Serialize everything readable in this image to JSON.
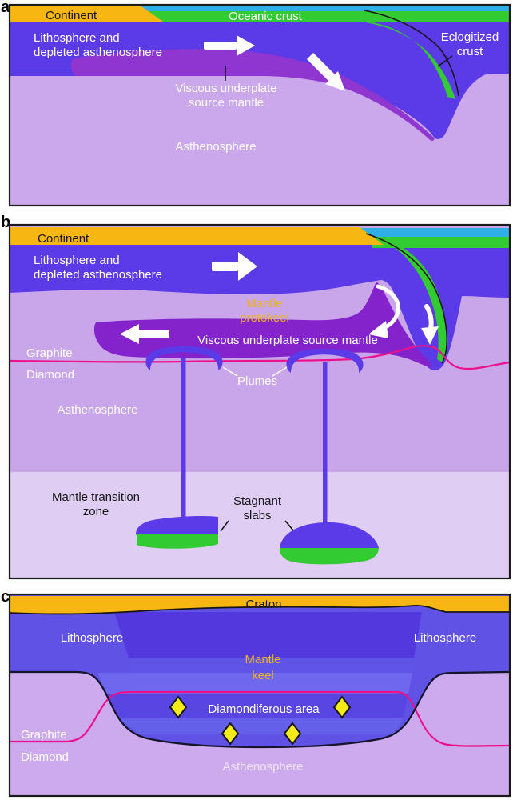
{
  "figure": {
    "type": "geology-cross-section-diagram",
    "panel_count": 3
  },
  "panels": {
    "a": {
      "letter": "a",
      "labels": {
        "continent": "Continent",
        "oceanic_crust": "Oceanic crust",
        "lithosphere_line1": "Lithosphere and",
        "lithosphere_line2": "depleted asthenosphere",
        "eclogitized_line1": "Eclogitized",
        "eclogitized_line2": "crust",
        "viscous_line1": "Viscous underplate",
        "viscous_line2": "source mantle",
        "asthenosphere": "Asthenosphere"
      }
    },
    "b": {
      "letter": "b",
      "labels": {
        "continent": "Continent",
        "lithosphere_line1": "Lithosphere and",
        "lithosphere_line2": "depleted asthenosphere",
        "protokeel_line1": "Mantle",
        "protokeel_line2": "protokeel",
        "viscous": "Viscous underplate source mantle",
        "graphite": "Graphite",
        "diamond": "Diamond",
        "plumes": "Plumes",
        "asthenosphere": "Asthenosphere",
        "mtz_line1": "Mantle transition",
        "mtz_line2": "zone",
        "stagnant_line1": "Stagnant",
        "stagnant_line2": "slabs"
      }
    },
    "c": {
      "letter": "c",
      "labels": {
        "craton": "Craton",
        "lithosphere_left": "Lithosphere",
        "lithosphere_right": "Lithosphere",
        "keel_line1": "Mantle",
        "keel_line2": "keel",
        "diamondiferous": "Diamondiferous area",
        "graphite": "Graphite",
        "diamond": "Diamond",
        "asthenosphere": "Asthenosphere"
      }
    }
  },
  "colors": {
    "continent_yellow": "#F7B612",
    "ocean_blue": "#2FAFE8",
    "oceanic_crust_green": "#32CB32",
    "lithosphere_indigo": "#5B3AE8",
    "lithosphere_c_blue": "#6152E6",
    "underplate_purple_a": "#9036D0",
    "underplate_purple_b": "#8423CC",
    "asthenosphere_lavender_a": "#CBA7EC",
    "asthenosphere_lavender_b": "#C9A5EA",
    "asthenosphere_lavender_c": "#CDA9ED",
    "mantle_transition_zone": "#DFCDF4",
    "graphite_diamond_line_pink": "#EC108C",
    "keel_band_dark": "#5338DE",
    "keel_band_2": "#6053E7",
    "keel_band_3": "#6F68EE",
    "keel_band_4": "#5946E2",
    "keel_band_5": "#6560E9",
    "diamond_yellow": "#F5EB16",
    "yellow_label_text": "#EDB31C"
  }
}
